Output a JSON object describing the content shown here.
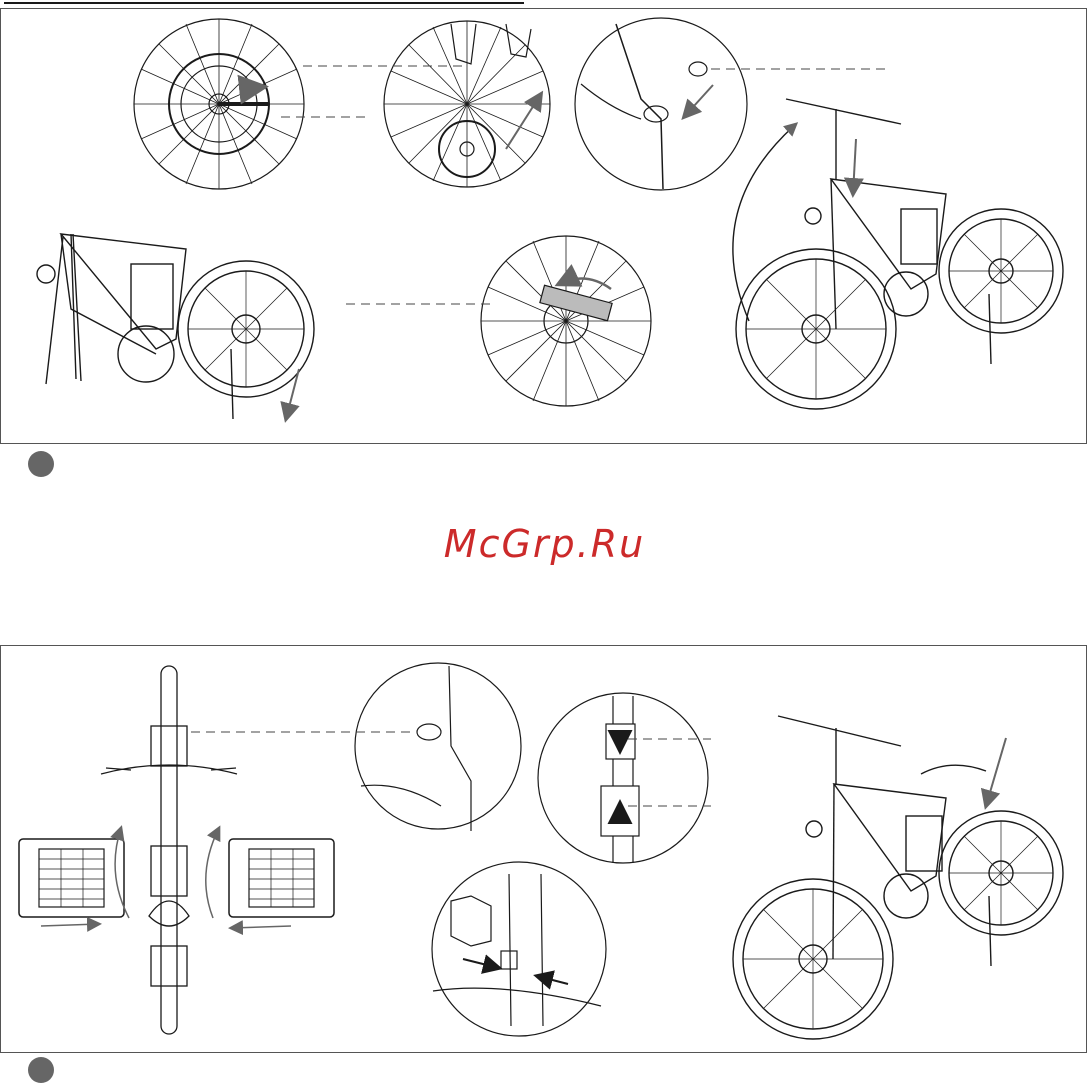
{
  "watermark": {
    "text": "McGrp.Ru",
    "color": "#cc2a2a"
  },
  "colors": {
    "line": "#1a1a1a",
    "arrow": "#666666",
    "dash": "#444444",
    "step_marker": "#666666"
  },
  "panels": [
    {
      "name": "step-panel-front-wheel",
      "marker_icon": "filled-circle-icon"
    },
    {
      "name": "step-panel-pedals-seat",
      "marker_icon": "filled-circle-icon"
    }
  ]
}
